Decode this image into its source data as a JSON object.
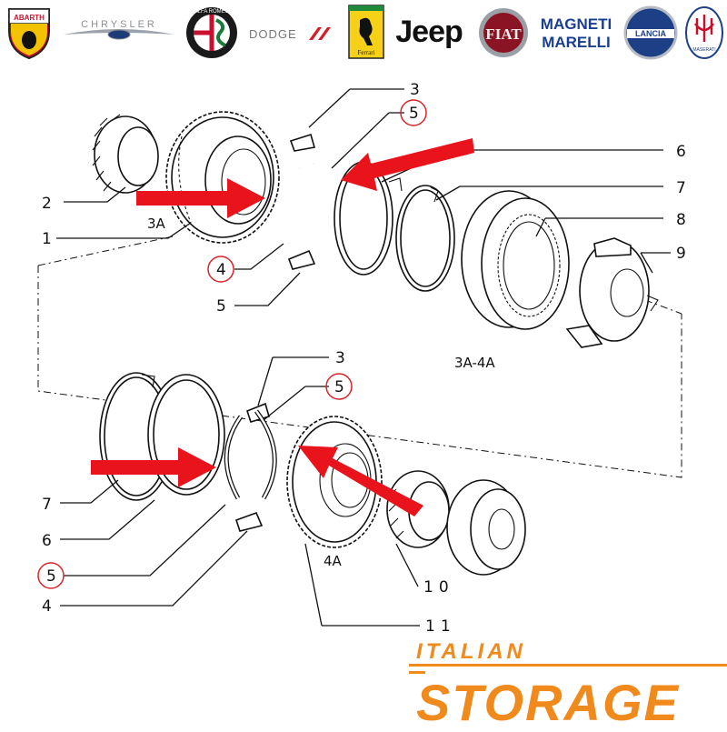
{
  "brands": [
    {
      "name": "abarth-logo",
      "text": "ABARTH"
    },
    {
      "name": "chrysler-logo",
      "text": "CHRYSLER"
    },
    {
      "name": "alfa-romeo-logo",
      "text": "ALFA ROMEO"
    },
    {
      "name": "dodge-logo",
      "text": "DODGE"
    },
    {
      "name": "ferrari-logo",
      "text": "Ferrari"
    },
    {
      "name": "jeep-logo",
      "text": "Jeep"
    },
    {
      "name": "fiat-logo",
      "text": "FIAT"
    },
    {
      "name": "magneti-marelli-logo",
      "text": "MAGNETI MARELLI"
    },
    {
      "name": "lancia-logo",
      "text": "LANCIA"
    },
    {
      "name": "maserati-logo",
      "text": "MASERATI"
    }
  ],
  "callouts": {
    "c3a": "3",
    "c5a": "5",
    "c6a": "6",
    "c7a": "7",
    "c2": "2",
    "c8": "8",
    "c9": "9",
    "c1": "1",
    "c4a": "4",
    "c5b": "5",
    "c3b": "3",
    "c5c": "5",
    "c7b": "7",
    "c6b": "6",
    "c5d": "5",
    "c4b": "4",
    "c10": "10",
    "c11": "11"
  },
  "sublabels": {
    "s3a": "3A",
    "s3a4a": "3A-4A",
    "s4a": "4A"
  },
  "footer": {
    "line1": "ITALIAN",
    "line2": "STORAGE"
  },
  "colors": {
    "arrow": "#e8131b",
    "circle": "#d9242a",
    "storage_orange": "#f08a1c"
  }
}
